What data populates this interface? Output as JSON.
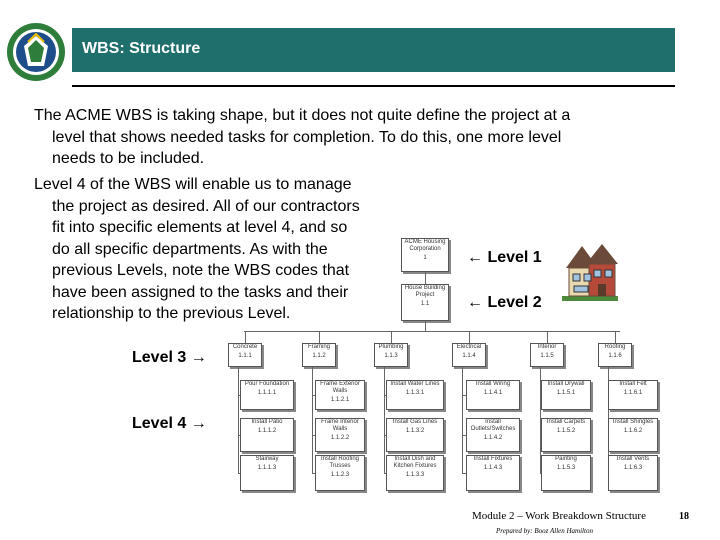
{
  "header": {
    "title": "WBS: Structure"
  },
  "body": {
    "para1": [
      "The ACME WBS is taking shape, but it does not quite define the project at a",
      "level that shows needed tasks for completion. To do this, one more level",
      "needs to be included."
    ],
    "para2": [
      "Level 4 of the WBS will enable us to manage",
      "the project as desired.  All of our contractors",
      "fit into specific elements at level 4, and so",
      "do all specific departments. As with the",
      "previous Levels, note the WBS codes that",
      "have been assigned to the tasks and their",
      "relationship to the previous Level."
    ]
  },
  "levels": {
    "level1": "← Level 1",
    "level2": "← Level 2",
    "level3": "Level 3 →",
    "level4": "Level 4 →"
  },
  "wbs": {
    "root": {
      "label": "ACME Housing Corporation",
      "code": "1"
    },
    "project": {
      "label": "House Building Project",
      "code": "1.1"
    },
    "level3": [
      {
        "label": "Concrete",
        "code": "1.1.1"
      },
      {
        "label": "Framing",
        "code": "1.1.2"
      },
      {
        "label": "Plumbing",
        "code": "1.1.3"
      },
      {
        "label": "Electrical",
        "code": "1.1.4"
      },
      {
        "label": "Interior",
        "code": "1.1.5"
      },
      {
        "label": "Roofing",
        "code": "1.1.6"
      }
    ],
    "level4": [
      [
        {
          "label": "Pour Foundation",
          "code": "1.1.1.1"
        },
        {
          "label": "Install Patio",
          "code": "1.1.1.2"
        },
        {
          "label": "Stairway",
          "code": "1.1.1.3"
        }
      ],
      [
        {
          "label": "Frame Exterior Walls",
          "code": "1.1.2.1"
        },
        {
          "label": "Frame Interior Walls",
          "code": "1.1.2.2"
        },
        {
          "label": "Install Roofing Trusses",
          "code": "1.1.2.3"
        }
      ],
      [
        {
          "label": "Install Water Lines",
          "code": "1.1.3.1"
        },
        {
          "label": "Install Gas Lines",
          "code": "1.1.3.2"
        },
        {
          "label": "Install Dish and Kitchen Fixtures",
          "code": "1.1.3.3"
        }
      ],
      [
        {
          "label": "Install Wiring",
          "code": "1.1.4.1"
        },
        {
          "label": "Install Outlets/Switches",
          "code": "1.1.4.2"
        },
        {
          "label": "Install Fixtures",
          "code": "1.1.4.3"
        }
      ],
      [
        {
          "label": "Install Drywall",
          "code": "1.1.5.1"
        },
        {
          "label": "Install Carpets",
          "code": "1.1.5.2"
        },
        {
          "label": "Painting",
          "code": "1.1.5.3"
        }
      ],
      [
        {
          "label": "Install Felt",
          "code": "1.1.6.1"
        },
        {
          "label": "Install Shingles",
          "code": "1.1.6.2"
        },
        {
          "label": "Install Vents",
          "code": "1.1.6.3"
        }
      ]
    ]
  },
  "footer": {
    "module": "Module 2 – Work Breakdown Structure",
    "prepared": "Prepared by: Booz Allen Hamilton",
    "page": "18"
  },
  "colors": {
    "title_bar": "#1f6f6c",
    "logo_green": "#2e7d3a",
    "logo_blue": "#1e4d8c"
  }
}
